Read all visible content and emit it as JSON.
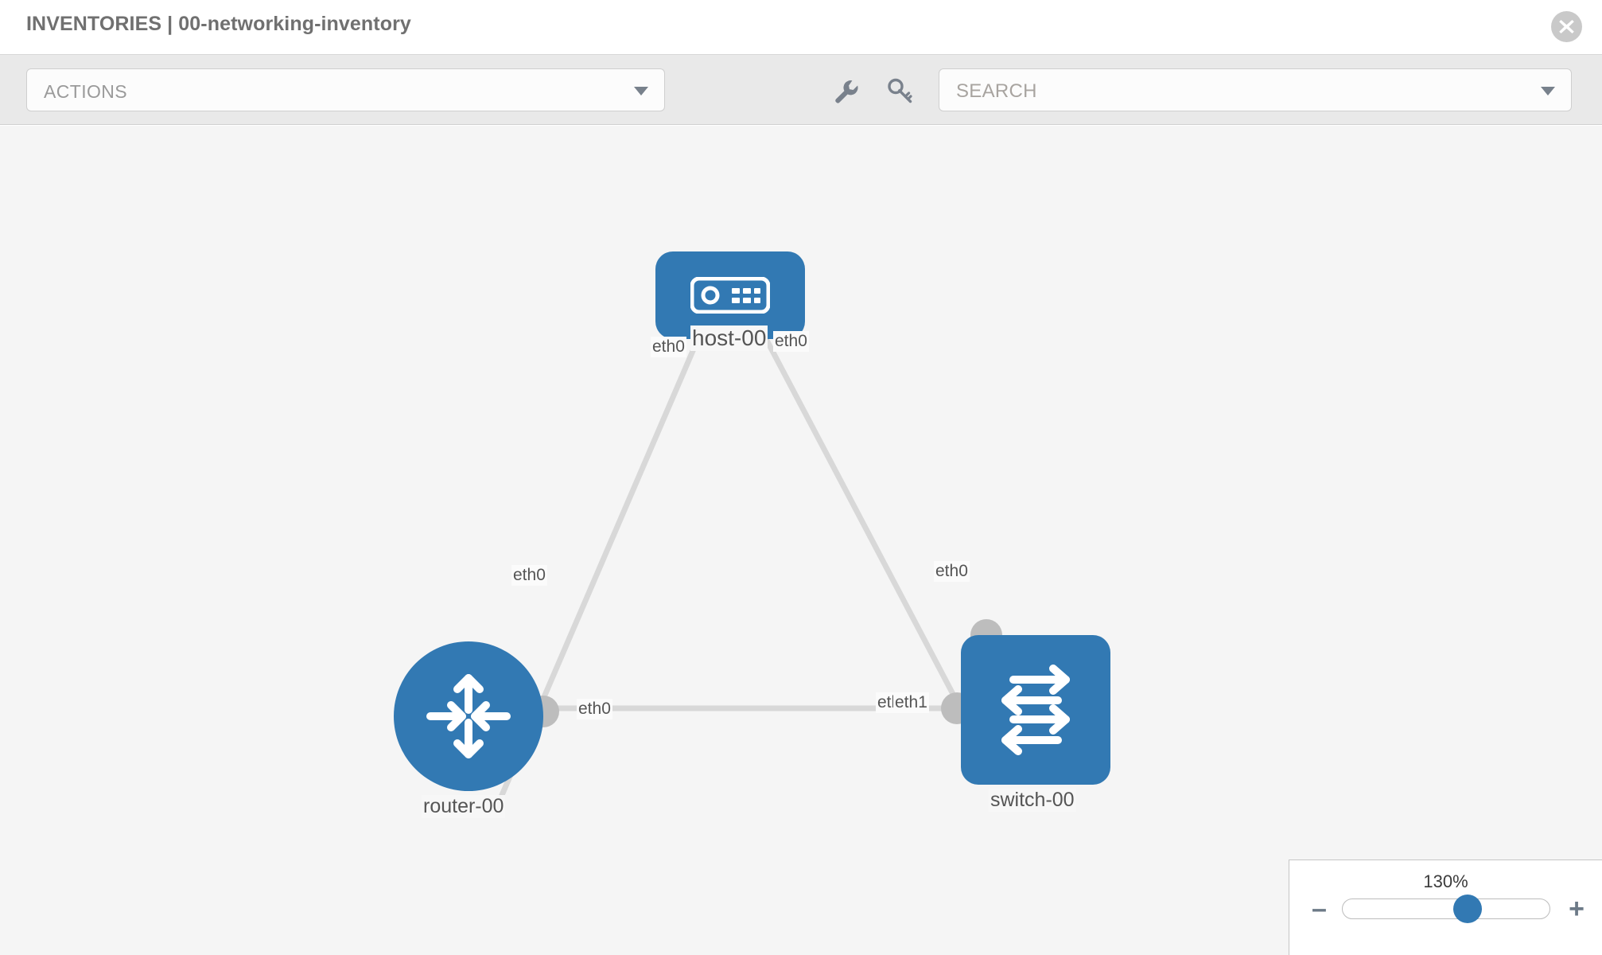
{
  "header": {
    "title": "INVENTORIES | 00-networking-inventory",
    "close_icon": "close-circle-icon"
  },
  "toolbar": {
    "actions_label": "ACTIONS",
    "actions_caret_icon": "chevron-down-icon",
    "wrench_icon": "wrench-icon",
    "key_icon": "key-icon",
    "search_placeholder": "SEARCH",
    "search_caret_icon": "chevron-down-icon"
  },
  "topology": {
    "nodes": [
      {
        "id": "host-00",
        "label": "host-00",
        "type": "host",
        "icon": "server-device-icon",
        "shape": "square",
        "color": "#3279b3"
      },
      {
        "id": "router-00",
        "label": "router-00",
        "type": "router",
        "icon": "router-four-arrows-icon",
        "shape": "circle",
        "color": "#3279b3"
      },
      {
        "id": "switch-00",
        "label": "switch-00",
        "type": "switch",
        "icon": "switch-arrows-icon",
        "shape": "square",
        "color": "#3279b3"
      }
    ],
    "edge_labels": {
      "host_left": "eth0",
      "host_right": "eth0",
      "router_to_host": "eth0",
      "switch_to_host": "eth0",
      "router_to_switch": "eth0",
      "switch_to_router_a": "eth",
      "switch_to_router_b": "eth1"
    },
    "link_color": "#d8d8d8",
    "port_color": "#bdbdbd"
  },
  "zoom": {
    "value": "130%",
    "minus_label": "–",
    "plus_label": "+",
    "thumb_position_pct": 60
  }
}
